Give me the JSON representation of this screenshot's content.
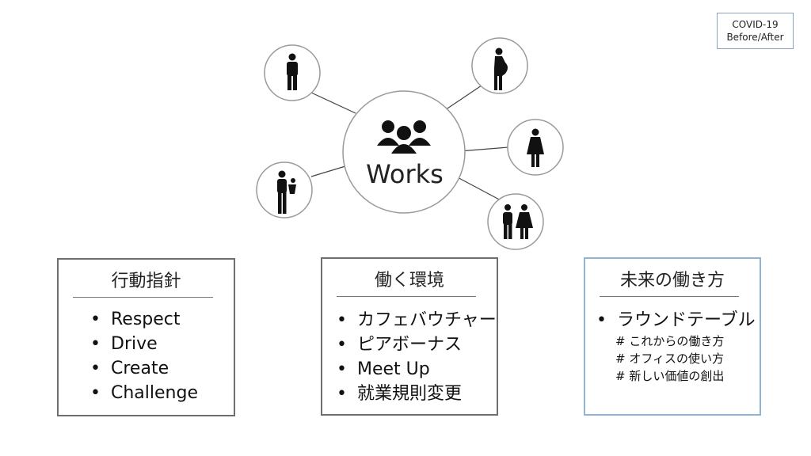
{
  "badge": {
    "line1": "COVID-19",
    "line2": "Before/After"
  },
  "hub": {
    "label": "Works",
    "icon": "group-icon"
  },
  "people": [
    {
      "name": "person-man",
      "icon": "man-icon"
    },
    {
      "name": "person-pregnant",
      "icon": "pregnant-woman-icon"
    },
    {
      "name": "person-woman",
      "icon": "woman-icon"
    },
    {
      "name": "person-parent-child",
      "icon": "parent-with-child-icon"
    },
    {
      "name": "person-couple",
      "icon": "couple-icon"
    }
  ],
  "cards": {
    "policy": {
      "title": "行動指針",
      "items": [
        "Respect",
        "Drive",
        "Create",
        "Challenge"
      ]
    },
    "environment": {
      "title": "働く環境",
      "items": [
        "カフェバウチャー",
        "ピアボーナス",
        "Meet Up",
        "就業規則変更"
      ]
    },
    "future": {
      "title": "未来の働き方",
      "items": [
        "ラウンドテーブル"
      ],
      "subitems": [
        "# これからの働き方",
        "# オフィスの使い方",
        "# 新しい価値の創出"
      ]
    }
  },
  "colors": {
    "circle_stroke": "#9a9a9a",
    "card_border": "#6e6e6e",
    "accent_border": "#8fb4d6",
    "icon": "#111111"
  }
}
